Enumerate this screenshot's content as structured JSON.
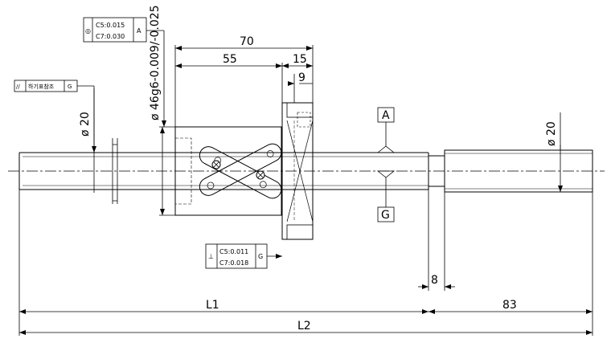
{
  "dimensions": {
    "d70": "70",
    "d55": "55",
    "d15": "15",
    "d9": "9",
    "d8": "8",
    "d83": "83",
    "L1": "L1",
    "L2": "L2",
    "dia_shaft_left": "ø 20",
    "dia_shaft_right": "ø 20",
    "dia_flange": "ø 46g6-0.009/-0.025"
  },
  "datums": {
    "A": "A",
    "G": "G"
  },
  "tolerances": {
    "coaxiality": {
      "symbol": "◎",
      "c5": "C5:0.015",
      "c7": "C7:0.030",
      "datum": "A"
    },
    "parallelism": {
      "symbol": "//",
      "note": "하기표참조",
      "datum": "G"
    },
    "perpendicularity": {
      "symbol": "⊥",
      "c5": "C5:0.011",
      "c7": "C7:0.018",
      "datum": "G"
    }
  }
}
